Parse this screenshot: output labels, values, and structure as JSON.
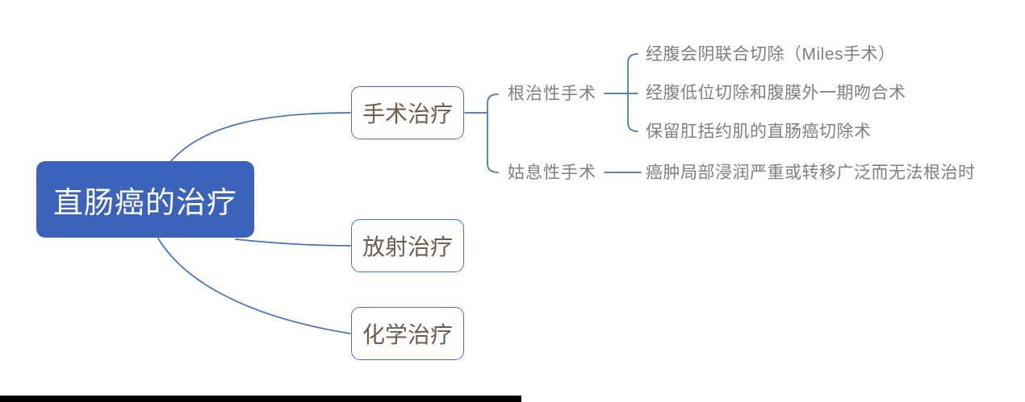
{
  "diagram": {
    "title": "直肠癌的治疗",
    "branches": [
      {
        "label": "手术治疗",
        "children": [
          {
            "label": "根治性手术",
            "leaves": [
              "经腹会阴联合切除（Miles手术）",
              "经腹低位切除和腹膜外一期吻合术",
              "保留肛括约肌的直肠癌切除术"
            ]
          },
          {
            "label": "姑息性手术",
            "leaves": [
              "癌肿局部浸润严重或转移广泛而无法根治时"
            ]
          }
        ]
      },
      {
        "label": "放射治疗",
        "children": []
      },
      {
        "label": "化学治疗",
        "children": []
      }
    ]
  },
  "colors": {
    "root_fill": "#3B63BC",
    "root_text": "#FFFFFF",
    "node_border": "#4472C4",
    "node_text": "#6E5D4C",
    "label_text": "#7F7F7F",
    "connector": "#4472C4",
    "footer_bar": "#000000",
    "canvas_bg": "#FFFFFF"
  }
}
